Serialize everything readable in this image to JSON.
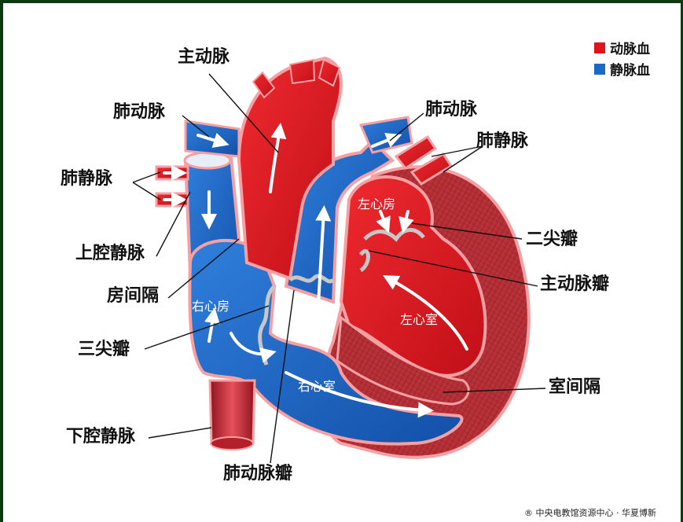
{
  "legend": [
    {
      "label": "动脉血",
      "color": "#e0121c"
    },
    {
      "label": "静脉血",
      "color": "#1b68c7"
    }
  ],
  "labels": {
    "aorta": "主动脉",
    "pulmonary_artery_left": "肺动脉",
    "pulmonary_artery_right": "肺动脉",
    "pulmonary_vein_left": "肺静脉",
    "pulmonary_vein_right": "肺静脉",
    "superior_vena_cava": "上腔静脉",
    "atrial_septum": "房间隔",
    "tricuspid_valve": "三尖瓣",
    "inferior_vena_cava": "下腔静脉",
    "pulmonary_valve": "肺动脉瓣",
    "mitral_valve": "二尖瓣",
    "aortic_valve": "主动脉瓣",
    "ventricular_septum": "室间隔",
    "left_atrium": "左心房",
    "right_atrium": "右心房",
    "left_ventricle": "左心室",
    "right_ventricle": "右心室"
  },
  "credit": "® 中央电教馆资源中心 · 华夏博新",
  "colors": {
    "arterial": "#e0121c",
    "venous": "#1b68c7",
    "muscle": "#b0353c",
    "wall_pink": "#f6a0a3",
    "valve": "#c7c7c7",
    "frame": "#0d3b10"
  }
}
